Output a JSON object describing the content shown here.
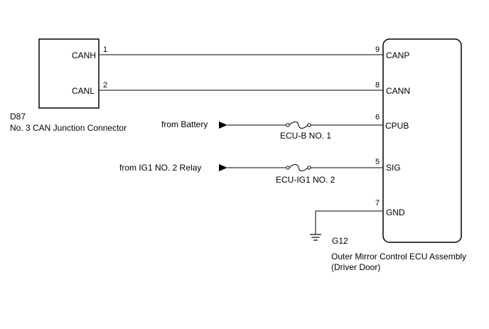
{
  "left_connector": {
    "code": "D87",
    "name": "No. 3 CAN Junction Connector",
    "pins": [
      {
        "num": "1",
        "label": "CANH"
      },
      {
        "num": "2",
        "label": "CANL"
      }
    ]
  },
  "ecu": {
    "code": "G12",
    "name_line1": "Outer Mirror Control ECU Assembly",
    "name_line2": "(Driver Door)",
    "pins": [
      {
        "num": "9",
        "label": "CANP"
      },
      {
        "num": "8",
        "label": "CANN"
      },
      {
        "num": "6",
        "label": "CPUB"
      },
      {
        "num": "5",
        "label": "SIG"
      },
      {
        "num": "7",
        "label": "GND"
      }
    ]
  },
  "power_inputs": [
    {
      "source": "from Battery",
      "fuse": "ECU-B NO. 1"
    },
    {
      "source": "from IG1 NO. 2 Relay",
      "fuse": "ECU-IG1 NO. 2"
    }
  ]
}
